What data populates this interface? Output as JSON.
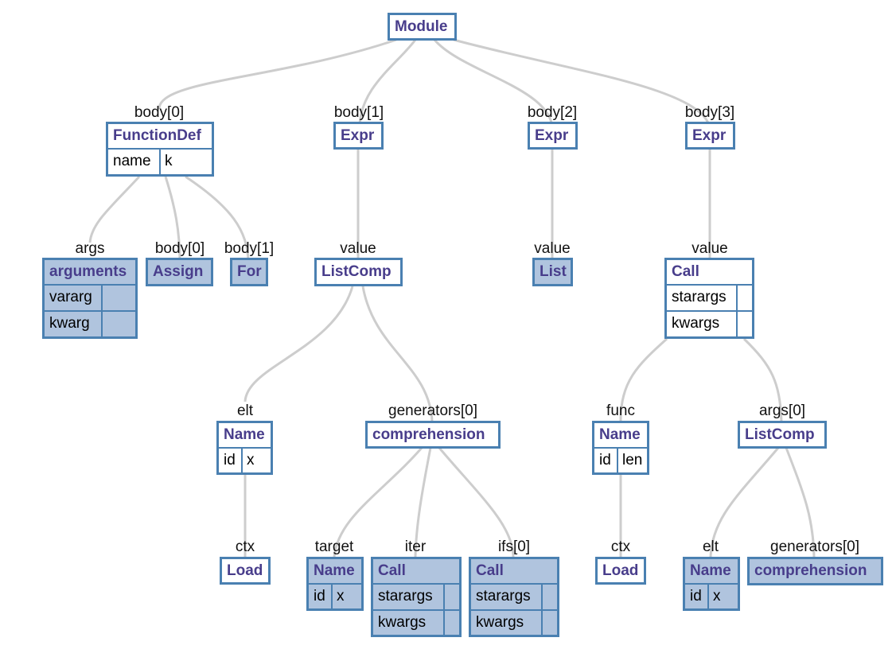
{
  "nodes": {
    "module": {
      "title": "Module"
    },
    "funcdef": {
      "title": "FunctionDef",
      "fields": [
        {
          "key": "name",
          "value": "k"
        }
      ]
    },
    "expr1": {
      "title": "Expr"
    },
    "expr2": {
      "title": "Expr"
    },
    "expr3": {
      "title": "Expr"
    },
    "arguments": {
      "title": "arguments",
      "fields": [
        {
          "key": "vararg",
          "value": ""
        },
        {
          "key": "kwarg",
          "value": ""
        }
      ]
    },
    "assign": {
      "title": "Assign"
    },
    "for": {
      "title": "For"
    },
    "listcomp1": {
      "title": "ListComp"
    },
    "list": {
      "title": "List"
    },
    "call1": {
      "title": "Call",
      "fields": [
        {
          "key": "starargs",
          "value": ""
        },
        {
          "key": "kwargs",
          "value": ""
        }
      ]
    },
    "name_x1": {
      "title": "Name",
      "fields": [
        {
          "key": "id",
          "value": "x"
        }
      ]
    },
    "comp1": {
      "title": "comprehension"
    },
    "name_len": {
      "title": "Name",
      "fields": [
        {
          "key": "id",
          "value": "len"
        }
      ]
    },
    "listcomp2": {
      "title": "ListComp"
    },
    "load1": {
      "title": "Load"
    },
    "name_x2": {
      "title": "Name",
      "fields": [
        {
          "key": "id",
          "value": "x"
        }
      ]
    },
    "call2": {
      "title": "Call",
      "fields": [
        {
          "key": "starargs",
          "value": ""
        },
        {
          "key": "kwargs",
          "value": ""
        }
      ]
    },
    "call3": {
      "title": "Call",
      "fields": [
        {
          "key": "starargs",
          "value": ""
        },
        {
          "key": "kwargs",
          "value": ""
        }
      ]
    },
    "load2": {
      "title": "Load"
    },
    "name_x3": {
      "title": "Name",
      "fields": [
        {
          "key": "id",
          "value": "x"
        }
      ]
    },
    "comp2": {
      "title": "comprehension"
    }
  },
  "edge_labels": {
    "module_funcdef": "body[0]",
    "module_expr1": "body[1]",
    "module_expr2": "body[2]",
    "module_expr3": "body[3]",
    "funcdef_arguments": "args",
    "funcdef_assign": "body[0]",
    "funcdef_for": "body[1]",
    "expr1_listcomp1": "value",
    "expr2_list": "value",
    "expr3_call1": "value",
    "listcomp1_name_x1": "elt",
    "listcomp1_comp1": "generators[0]",
    "call1_name_len": "func",
    "call1_listcomp2": "args[0]",
    "name_x1_load1": "ctx",
    "comp1_name_x2": "target",
    "comp1_call2": "iter",
    "comp1_call3": "ifs[0]",
    "name_len_load2": "ctx",
    "listcomp2_name_x3": "elt",
    "listcomp2_comp2": "generators[0]"
  },
  "colors": {
    "border": "#4a80b1",
    "title": "#483d8b",
    "shaded_fill": "#b0c4de",
    "edge": "#cdcdcd"
  }
}
